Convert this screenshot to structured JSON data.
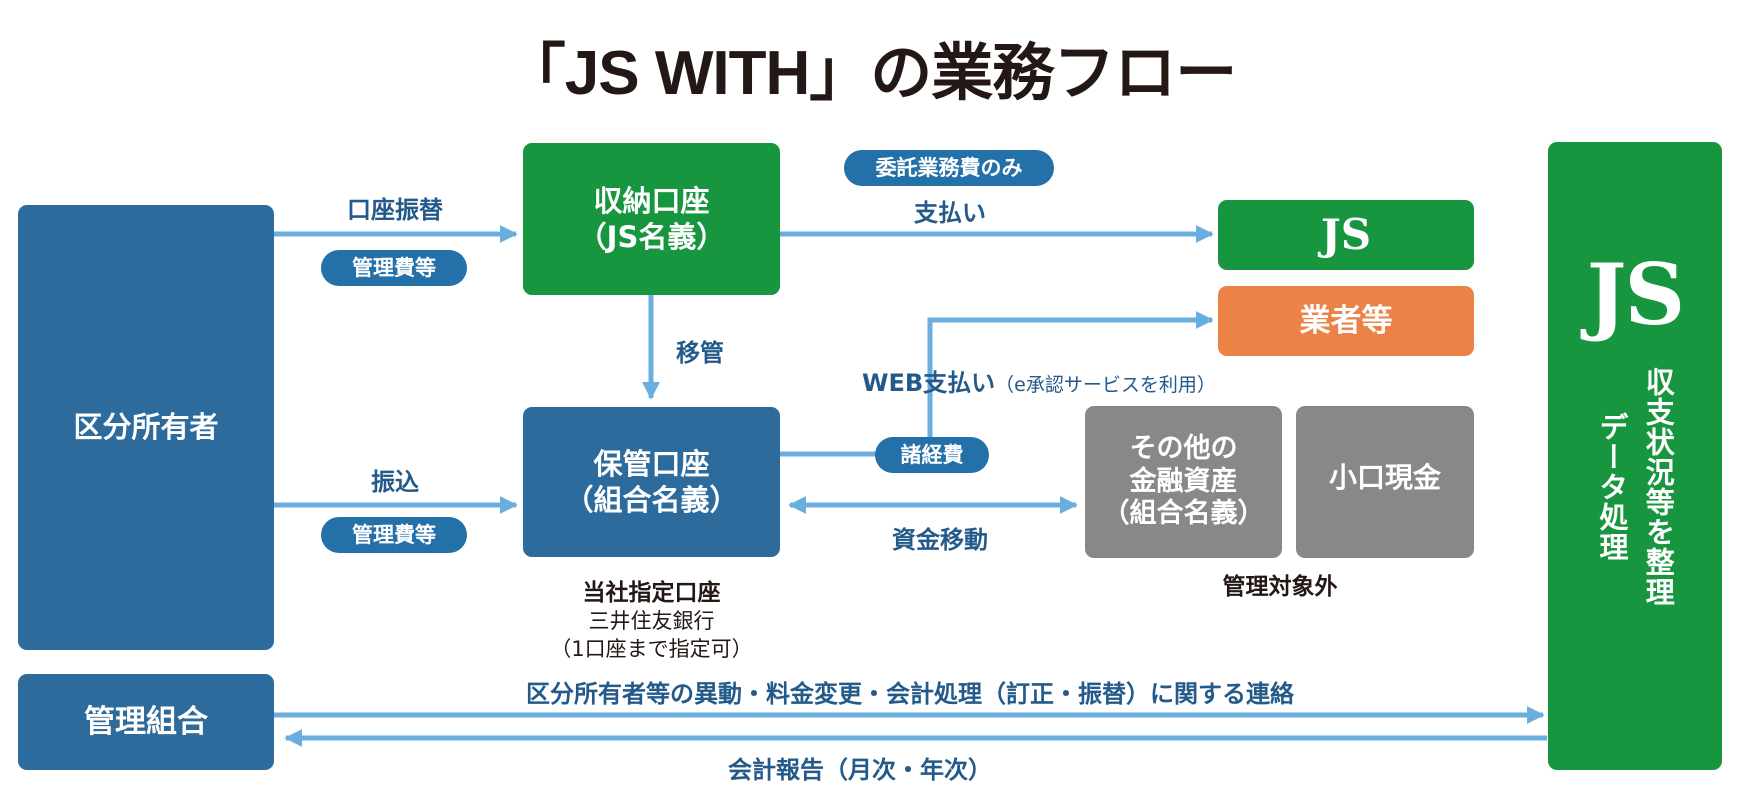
{
  "title": "「JS WITH」の業務フロー",
  "colors": {
    "blue_box": "#2d6b9c",
    "green_box": "#17963f",
    "orange_box": "#ec8246",
    "gray_box": "#888888",
    "pill": "#2470a8",
    "arrow": "#6aaee0",
    "label_text": "#245a8a"
  },
  "nodes": {
    "owners": {
      "label": "区分所有者"
    },
    "association": {
      "label": "管理組合"
    },
    "collection_account": {
      "line1": "収納口座",
      "line2": "（JS名義）"
    },
    "custody_account": {
      "line1": "保管口座",
      "line2": "（組合名義）"
    },
    "js_box": {
      "label": "JS"
    },
    "vendors": {
      "label": "業者等"
    },
    "other_assets": {
      "line1": "その他の",
      "line2": "金融資産",
      "line3": "（組合名義）"
    },
    "petty_cash": {
      "label": "小口現金"
    },
    "js_panel": {
      "logo": "JS",
      "col1": "収支状況等を整理",
      "col2": "データ処理"
    }
  },
  "edges": {
    "transfer_label": "口座振替",
    "transfer_pill": "管理費等",
    "deposit_label": "振込",
    "deposit_pill": "管理費等",
    "move_label": "移管",
    "pay_pill": "委託業務費のみ",
    "pay_label": "支払い",
    "web_pay_label": "WEB支払い",
    "web_pay_note": "（e承認サービスを利用）",
    "expenses_pill": "諸経費",
    "fund_move_label": "資金移動",
    "contact_label": "区分所有者等の異動・料金変更・会計処理（訂正・振替）に関する連絡",
    "report_label": "会計報告（月次・年次）"
  },
  "notes": {
    "designated_title": "当社指定口座",
    "designated_bank": "三井住友銀行",
    "designated_limit": "（1口座まで指定可）",
    "out_of_scope": "管理対象外"
  }
}
